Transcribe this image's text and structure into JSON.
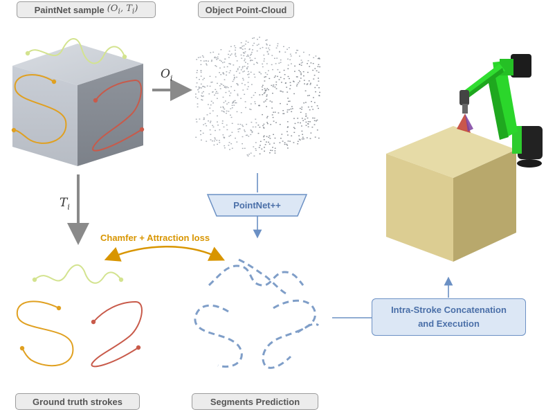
{
  "labels": {
    "paintnet_sample": "PaintNet sample",
    "paintnet_sample_math": "(O",
    "object_pointcloud": "Object Point-Cloud",
    "ground_truth": "Ground truth strokes",
    "segments_prediction": "Segments Prediction"
  },
  "math": {
    "oi_base": "O",
    "oi_sub": "i",
    "ti_base": "T",
    "ti_sub": "i",
    "tuple_open": "(O",
    "tuple_sub1": "i",
    "tuple_mid": ", T",
    "tuple_sub2": "i",
    "tuple_close": ")"
  },
  "boxes": {
    "pointnet": "PointNet++",
    "concat_line1": "Intra-Stroke Concatenation",
    "concat_line2": "and Execution"
  },
  "loss": "Chamfer + Attraction loss",
  "colors": {
    "stroke_lightgreen": "#cfe08a",
    "stroke_orange": "#e0a020",
    "stroke_red": "#c85a4a",
    "blue_box_fill": "#dce7f5",
    "blue_box_border": "#6b90c4",
    "arrow_gray": "#8a8a8a",
    "robot_green": "#22dd22",
    "box_tan": "#d9c98f"
  }
}
